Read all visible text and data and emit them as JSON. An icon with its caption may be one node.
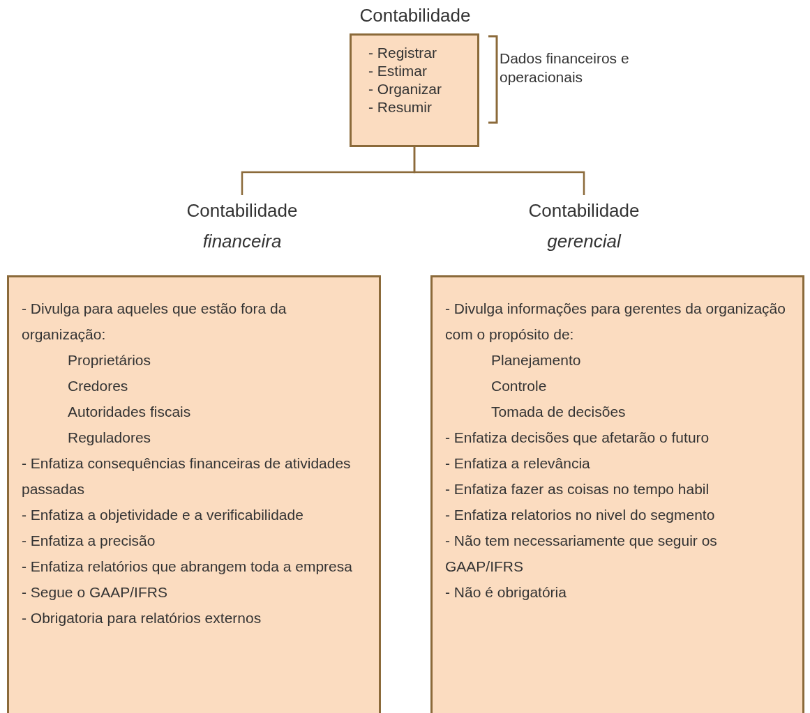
{
  "diagram": {
    "nodes": [
      {
        "text": [
          "Contabilidade",
          "- Registrar",
          "- Estimar",
          "- Organizar",
          "- Resumir"
        ],
        "beside": [
          "Dados financeiros e operacionais"
        ]
      },
      {
        "text": [
          "Contabilidade *financeira*"
        ]
      },
      {
        "text": [
          "Contabilidade *gerencial*"
        ]
      },
      {
        "text": [
          "- Divulga para aqueles que estão fora da organização:",
          "Proprietários",
          "Credores",
          "Autoridades fiscais",
          "Reguladores",
          "- Enfatiza consequências financeiras de atividades passadas",
          "- Enfatiza a objetividade e a verificabilidade",
          "- Enfatiza a precisão",
          "- Enfatiza relatórios que abrangem toda a empresa",
          "- Segue o GAAP/IFRS",
          "- Obrigatoria para relatórios externos"
        ]
      },
      {
        "text": [
          "- Divulga informações para gerentes da organização com o propósito de:",
          "Planejamento",
          "Controle",
          "Tomada de decisões",
          "- Enfatiza decisões que afetarão o futuro",
          "- Enfatiza a relevância",
          "- Enfatiza fazer as coisas no tempo habil",
          "- Enfatiza relatorios no nivel do segmento",
          "- Não tem necessariamente que seguir os GAAP/IFRS",
          "- Não é obrigatória"
        ]
      }
    ],
    "edges": [
      {
        "from": 0,
        "to": 1,
        "arrow": "none"
      },
      {
        "from": 0,
        "to": 2,
        "arrow": "none"
      }
    ]
  }
}
